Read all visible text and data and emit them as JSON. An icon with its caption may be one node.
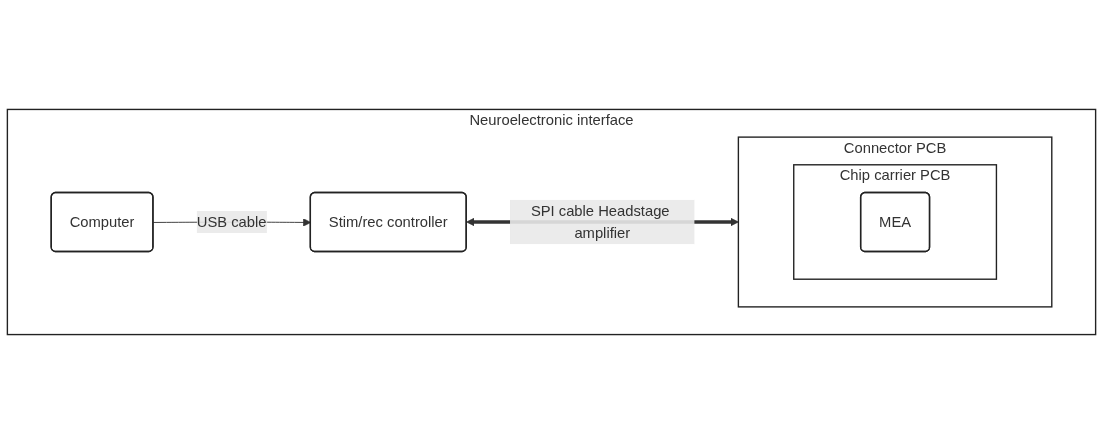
{
  "diagram": {
    "nodes": [
      {
        "text": [
          "Neuroelectronic interface"
        ]
      },
      {
        "text": [
          "Computer"
        ],
        "in": 0
      },
      {
        "text": [
          "Stim/rec controller"
        ],
        "in": 0
      },
      {
        "text": [
          "Connector PCB"
        ],
        "in": 0
      },
      {
        "text": [
          "Chip carrier PCB"
        ],
        "in": 3
      },
      {
        "text": [
          "MEA"
        ],
        "in": 4
      }
    ],
    "edges": [
      {
        "from": 1,
        "to": 2,
        "arrow": "to",
        "label": "USB cable"
      },
      {
        "from": 2,
        "to": 3,
        "arrow": "both",
        "label": "SPI cable Headstage amplifier",
        "style": "thick"
      }
    ]
  }
}
